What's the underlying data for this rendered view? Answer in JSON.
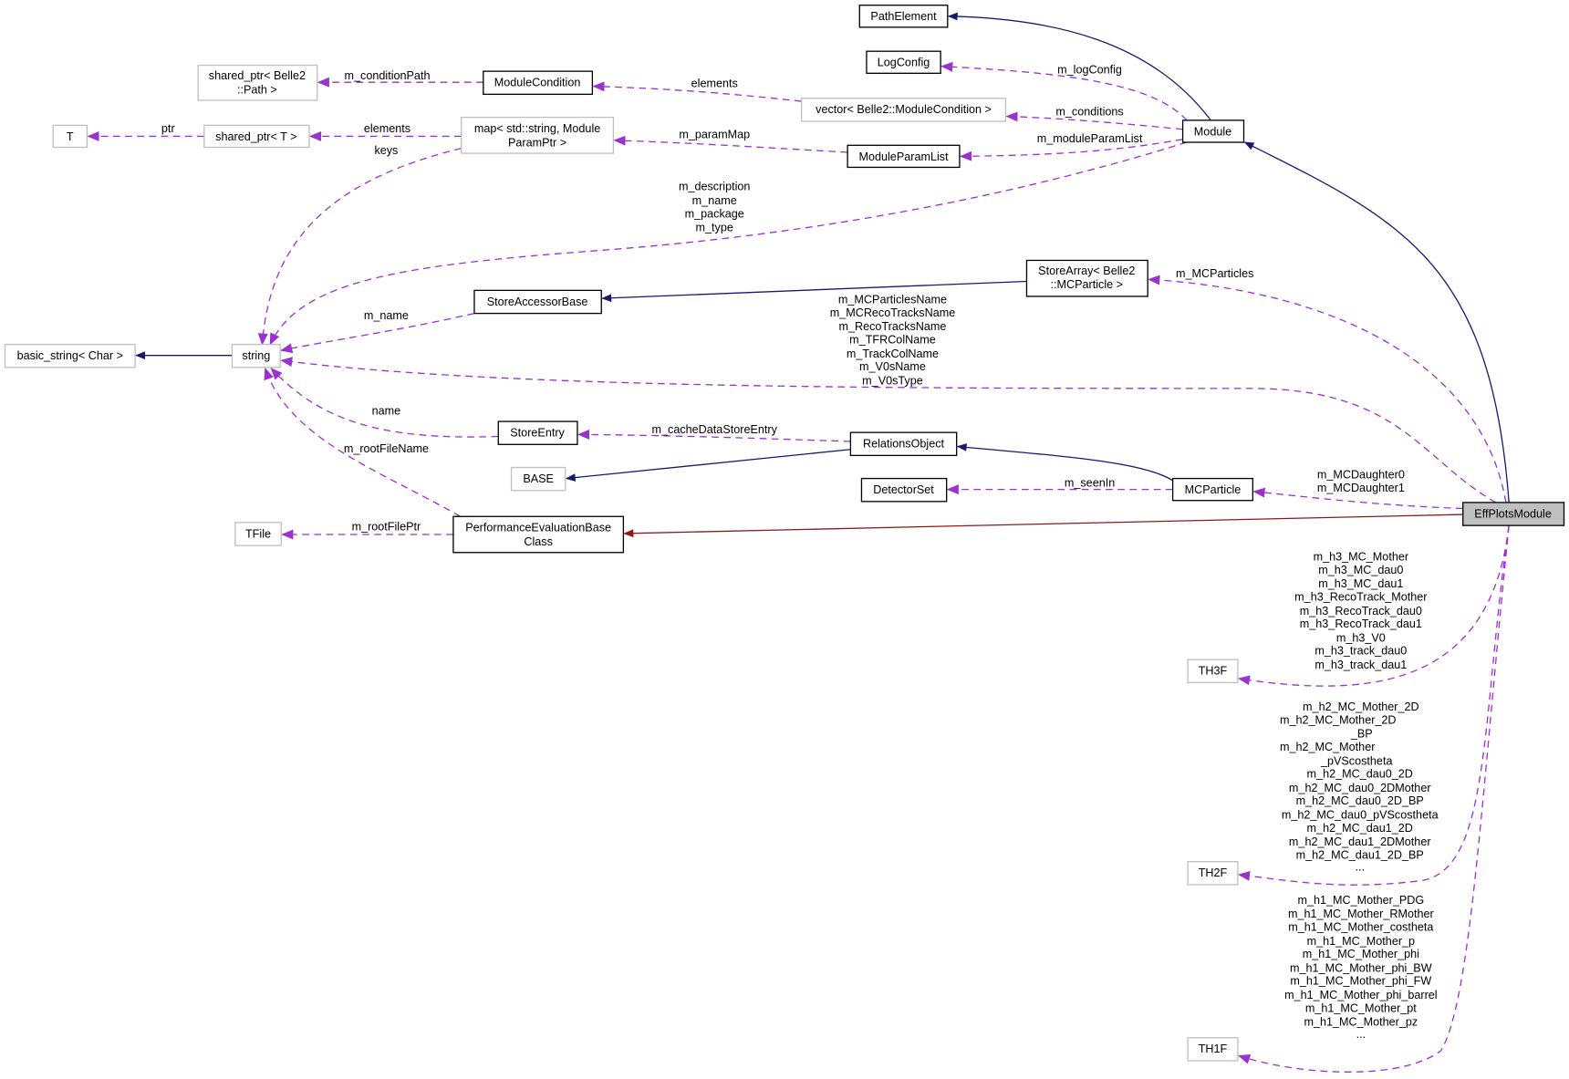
{
  "nodes": {
    "path_element": "PathElement",
    "log_config": "LogConfig",
    "shared_ptr_path": [
      "shared_ptr< Belle2",
      "::Path >"
    ],
    "module_condition": "ModuleCondition",
    "vector_module_condition": "vector< Belle2::ModuleCondition >",
    "t": "T",
    "shared_ptr_t": "shared_ptr< T >",
    "map_param": [
      "map< std::string, Module",
      "ParamPtr >"
    ],
    "module": "Module",
    "module_param_list": "ModuleParamList",
    "store_array": [
      "StoreArray< Belle2",
      "::MCParticle >"
    ],
    "store_accessor_base": "StoreAccessorBase",
    "basic_string": "basic_string< Char >",
    "string": "string",
    "store_entry": "StoreEntry",
    "relations_object": "RelationsObject",
    "base": "BASE",
    "detector_set": "DetectorSet",
    "mc_particle": "MCParticle",
    "eff_plots_module": "EffPlotsModule",
    "perf_eval_base": [
      "PerformanceEvaluationBase",
      "Class"
    ],
    "tfile": "TFile",
    "th3f": "TH3F",
    "th2f": "TH2F",
    "th1f": "TH1F"
  },
  "edge_labels": {
    "condition_path": "m_conditionPath",
    "elements_vec": "elements",
    "log_config": "m_logConfig",
    "conditions": "m_conditions",
    "ptr": "ptr",
    "elements_map": "elements",
    "param_map": "m_paramMap",
    "module_param_list": "m_moduleParamList",
    "keys": "keys",
    "module_strings": [
      "m_description",
      "m_name",
      "m_package",
      "m_type"
    ],
    "mc_particles": "m_MCParticles",
    "accessor_name": "m_name",
    "eff_strings": [
      "m_MCParticlesName",
      "m_MCRecoTracksName",
      "m_RecoTracksName",
      "m_TFRColName",
      "m_TrackColName",
      "m_V0sName",
      "m_V0sType"
    ],
    "entry_name": "name",
    "cache_entry": "m_cacheDataStoreEntry",
    "root_file_name": "m_rootFileName",
    "seen_in": "m_seenIn",
    "daughters": [
      "m_MCDaughter0",
      "m_MCDaughter1"
    ],
    "root_file_ptr": "m_rootFilePtr",
    "h3": [
      "m_h3_MC_Mother",
      "m_h3_MC_dau0",
      "m_h3_MC_dau1",
      "m_h3_RecoTrack_Mother",
      "m_h3_RecoTrack_dau0",
      "m_h3_RecoTrack_dau1",
      "m_h3_V0",
      "m_h3_track_dau0",
      "m_h3_track_dau1"
    ],
    "h2": [
      "m_h2_MC_Mother_2D",
      "m_h2_MC_Mother_2D",
      "_BP",
      "m_h2_MC_Mother",
      "_pVScostheta",
      "m_h2_MC_dau0_2D",
      "m_h2_MC_dau0_2DMother",
      "m_h2_MC_dau0_2D_BP",
      "m_h2_MC_dau0_pVScostheta",
      "m_h2_MC_dau1_2D",
      "m_h2_MC_dau1_2DMother",
      "m_h2_MC_dau1_2D_BP",
      "..."
    ],
    "h1": [
      "m_h1_MC_Mother_PDG",
      "m_h1_MC_Mother_RMother",
      "m_h1_MC_Mother_costheta",
      "m_h1_MC_Mother_p",
      "m_h1_MC_Mother_phi",
      "m_h1_MC_Mother_phi_BW",
      "m_h1_MC_Mother_phi_FW",
      "m_h1_MC_Mother_phi_barrel",
      "m_h1_MC_Mother_pt",
      "m_h1_MC_Mother_pz",
      "..."
    ]
  },
  "colors": {
    "inheritance": "#191970",
    "protected_inheritance": "#8b1a1a",
    "usage": "#9a32cd",
    "main_node_fill": "#bfbfbf"
  }
}
